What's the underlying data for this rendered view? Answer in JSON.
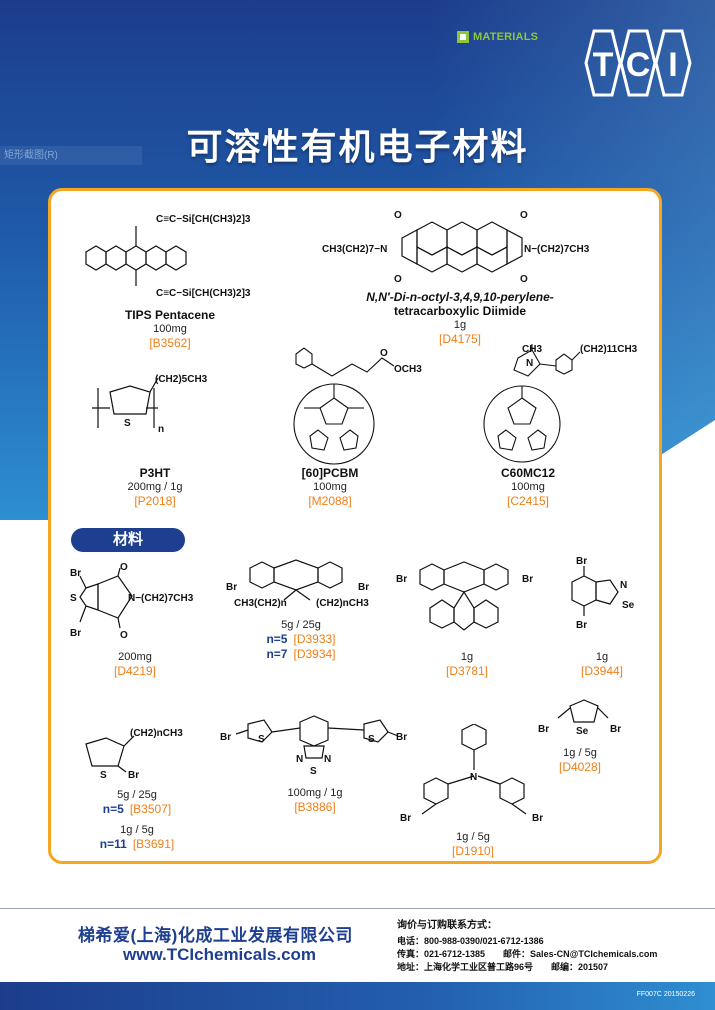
{
  "header": {
    "materials_label": "MATERIALS",
    "tci_logo": [
      "T",
      "C",
      "I"
    ],
    "selection_label": "矩形截图(R)",
    "title": "可溶性有机电子材料"
  },
  "top_products": [
    {
      "name": "TIPS Pentacene",
      "qty": "100mg",
      "code": "[B3562]",
      "formula_top": "C≡C−Si[CH(CH3)2]3",
      "formula_bottom": "C≡C−Si[CH(CH3)2]3"
    },
    {
      "name_line1": "N,N′-Di-n-octyl-3,4,9,10-perylene-",
      "name_line2": "tetracarboxylic Diimide",
      "qty": "1g",
      "code": "[D4175]",
      "left_group": "CH3(CH2)7−N",
      "right_group": "N−(CH2)7CH3"
    },
    {
      "name": "P3HT",
      "qty": "200mg / 1g",
      "code": "[P2018]",
      "side_chain": "(CH2)5CH3",
      "subscript": "n"
    },
    {
      "name": "[60]PCBM",
      "qty": "100mg",
      "code": "[M2088]",
      "ester": "OCH3"
    },
    {
      "name": "C60MC12",
      "qty": "100mg",
      "code": "[C2415]",
      "methyl": "CH3",
      "chain": "(CH2)11CH3"
    }
  ],
  "materials_tag": "材料",
  "materials": [
    {
      "id": "d4219",
      "qty": "200mg",
      "code": "[D4219]",
      "labels": {
        "br1": "Br",
        "br2": "Br",
        "o1": "O",
        "o2": "O",
        "s": "S",
        "n": "N−(CH2)7CH3"
      }
    },
    {
      "id": "fluorene",
      "qty": "5g / 25g",
      "variants": [
        {
          "n": "n=5",
          "code": "[D3933]"
        },
        {
          "n": "n=7",
          "code": "[D3934]"
        }
      ],
      "labels": {
        "br1": "Br",
        "br2": "Br",
        "chain1": "CH3(CH2)n",
        "chain2": "(CH2)nCH3"
      }
    },
    {
      "id": "d3781",
      "qty": "1g",
      "code": "[D3781]",
      "labels": {
        "br1": "Br",
        "br2": "Br"
      }
    },
    {
      "id": "d3944",
      "qty": "1g",
      "code": "[D3944]",
      "labels": {
        "br1": "Br",
        "br2": "Br",
        "n": "N",
        "se": "Se"
      }
    },
    {
      "id": "thiophene",
      "variants": [
        {
          "qty": "5g / 25g",
          "n": "n=5",
          "code": "[B3507]"
        },
        {
          "qty": "1g / 5g",
          "n": "n=11",
          "code": "[B3691]"
        }
      ],
      "labels": {
        "chain": "(CH2)nCH3",
        "br": "Br",
        "s": "S"
      }
    },
    {
      "id": "b3886",
      "qty": "100mg / 1g",
      "code": "[B3886]",
      "labels": {
        "br1": "Br",
        "br2": "Br",
        "s1": "S",
        "s2": "S",
        "n1": "N",
        "n2": "N",
        "s3": "S"
      }
    },
    {
      "id": "d1910",
      "qty": "1g / 5g",
      "code": "[D1910]",
      "labels": {
        "br1": "Br",
        "br2": "Br",
        "n": "N"
      }
    },
    {
      "id": "d4028",
      "qty": "1g / 5g",
      "code": "[D4028]",
      "labels": {
        "br1": "Br",
        "br2": "Br",
        "se": "Se"
      }
    }
  ],
  "footer": {
    "company": "梯希爱(上海)化成工业发展有限公司",
    "website": "www.TCIchemicals.com",
    "contact_title": "询价与订购联系方式：",
    "phone": "电话：800-988-0390/021-6712-1386",
    "fax_email": "传真：021-6712-1385　　邮件：Sales-CN@TCIchemicals.com",
    "address": "地址：上海化学工业区普工路96号　　邮编：201507",
    "doc_id": "FF007C 20150226"
  },
  "colors": {
    "brand_blue": "#1e3f8f",
    "accent_orange": "#f07f16",
    "border_orange": "#f5a623",
    "materials_green": "#8cc63f"
  }
}
